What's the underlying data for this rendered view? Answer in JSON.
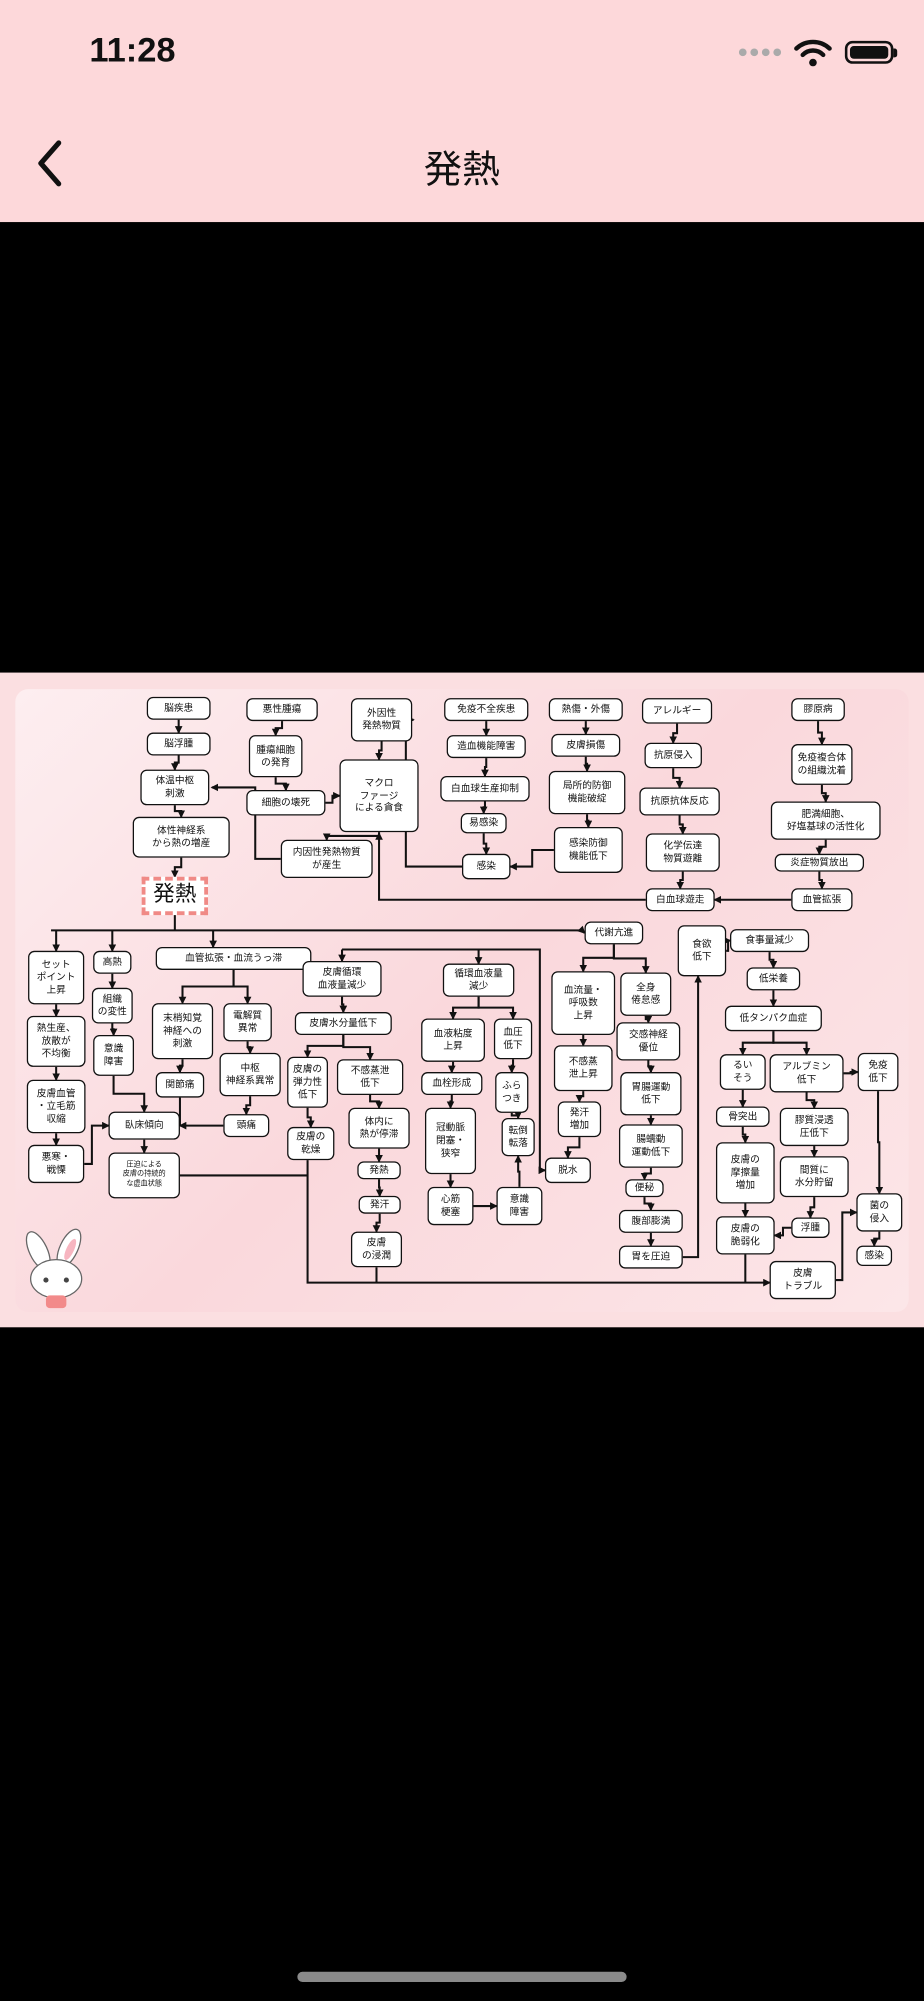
{
  "status_bar": {
    "time": "11:28"
  },
  "nav": {
    "title": "発熱",
    "back_icon": "chevron-left-icon"
  },
  "diagram": {
    "nodes": [
      {
        "id": "n1",
        "text": "脳疾患"
      },
      {
        "id": "n2",
        "text": "脳浮腫"
      },
      {
        "id": "n3",
        "text": "体温中枢\n刺激"
      },
      {
        "id": "n4",
        "text": "体性神経系\nから熱の増産"
      },
      {
        "id": "main",
        "text": "発熱"
      },
      {
        "id": "a1",
        "text": "悪性腫瘍"
      },
      {
        "id": "a2",
        "text": "腫瘍細胞\nの発育"
      },
      {
        "id": "a3",
        "text": "細胞の壊死"
      },
      {
        "id": "ip",
        "text": "内因性発熱物質\nが産生"
      },
      {
        "id": "g",
        "text": "外因性\n発熱物質"
      },
      {
        "id": "m",
        "text": "マクロ\nファージ\nによる貪食"
      },
      {
        "id": "i1",
        "text": "免疫不全疾患"
      },
      {
        "id": "i2",
        "text": "造血機能障害"
      },
      {
        "id": "i3",
        "text": "白血球生産抑制"
      },
      {
        "id": "i4",
        "text": "易感染"
      },
      {
        "id": "k",
        "text": "感染"
      },
      {
        "id": "b1",
        "text": "熱傷・外傷"
      },
      {
        "id": "b2",
        "text": "皮膚損傷"
      },
      {
        "id": "b3",
        "text": "局所的防御\n機能破綻"
      },
      {
        "id": "b4",
        "text": "感染防御\n機能低下"
      },
      {
        "id": "al1",
        "text": "アレルギー"
      },
      {
        "id": "al2",
        "text": "抗原侵入"
      },
      {
        "id": "al3",
        "text": "抗原抗体反応"
      },
      {
        "id": "al4",
        "text": "化学伝達\n物質遊離"
      },
      {
        "id": "w",
        "text": "白血球遊走"
      },
      {
        "id": "c1",
        "text": "膠原病"
      },
      {
        "id": "c2",
        "text": "免疫複合体\nの組織沈着"
      },
      {
        "id": "c3",
        "text": "肥満細胞、\n好塩基球の活性化"
      },
      {
        "id": "c4",
        "text": "炎症物質放出"
      },
      {
        "id": "c5",
        "text": "血管拡張"
      },
      {
        "id": "s1",
        "text": "セット\nポイント\n上昇"
      },
      {
        "id": "s2",
        "text": "熱生産、\n放散が\n不均衡"
      },
      {
        "id": "s3",
        "text": "皮膚血管\n・立毛筋\n収縮"
      },
      {
        "id": "s4",
        "text": "悪寒・\n戦慄"
      },
      {
        "id": "h1",
        "text": "高熱"
      },
      {
        "id": "h2",
        "text": "組織\nの変性"
      },
      {
        "id": "h3",
        "text": "意識\n障害"
      },
      {
        "id": "bed",
        "text": "臥床傾向"
      },
      {
        "id": "isch",
        "text": "圧迫による\n皮膚の持続的\nな虚血状態"
      },
      {
        "id": "v1",
        "text": "血管拡張・血流うっ滞"
      },
      {
        "id": "v2",
        "text": "末梢知覚\n神経への\n刺激"
      },
      {
        "id": "v3",
        "text": "関節痛"
      },
      {
        "id": "e1",
        "text": "電解質\n異常"
      },
      {
        "id": "e2",
        "text": "中枢\n神経系異常"
      },
      {
        "id": "e3",
        "text": "頭痛"
      },
      {
        "id": "d1",
        "text": "皮膚循環\n血液量減少"
      },
      {
        "id": "d2",
        "text": "皮膚水分量低下"
      },
      {
        "id": "d3",
        "text": "皮膚の\n弾力性\n低下"
      },
      {
        "id": "d4",
        "text": "不感蒸泄\n低下"
      },
      {
        "id": "d5",
        "text": "皮膚の\n乾燥"
      },
      {
        "id": "d6",
        "text": "体内に\n熱が停滞"
      },
      {
        "id": "d7",
        "text": "発熱"
      },
      {
        "id": "d8",
        "text": "発汗"
      },
      {
        "id": "d9",
        "text": "皮膚\nの浸潤"
      },
      {
        "id": "r1",
        "text": "循環血液量\n減少"
      },
      {
        "id": "r2",
        "text": "血液粘度\n上昇"
      },
      {
        "id": "r3",
        "text": "血圧\n低下"
      },
      {
        "id": "r4",
        "text": "血栓形成"
      },
      {
        "id": "r5",
        "text": "ふら\nつき"
      },
      {
        "id": "r6",
        "text": "冠動脈\n閉塞・\n狭窄"
      },
      {
        "id": "r7",
        "text": "転倒\n転落"
      },
      {
        "id": "r8",
        "text": "心筋\n梗塞"
      },
      {
        "id": "r9",
        "text": "意識\n障害"
      },
      {
        "id": "t0",
        "text": "代謝亢進"
      },
      {
        "id": "t1",
        "text": "血流量・\n呼吸数\n上昇"
      },
      {
        "id": "t2",
        "text": "不感蒸\n泄上昇"
      },
      {
        "id": "t3",
        "text": "発汗\n増加"
      },
      {
        "id": "t4",
        "text": "脱水"
      },
      {
        "id": "u1",
        "text": "全身\n倦怠感"
      },
      {
        "id": "u2",
        "text": "交感神経\n優位"
      },
      {
        "id": "u3",
        "text": "胃腸運動\n低下"
      },
      {
        "id": "u4",
        "text": "腸蠕動\n運動低下"
      },
      {
        "id": "u5",
        "text": "便秘"
      },
      {
        "id": "u6",
        "text": "腹部膨満"
      },
      {
        "id": "u7",
        "text": "胃を圧迫"
      },
      {
        "id": "f1",
        "text": "食欲\n低下"
      },
      {
        "id": "f2",
        "text": "食事量減少"
      },
      {
        "id": "f3",
        "text": "低栄養"
      },
      {
        "id": "f4",
        "text": "低タンパク血症"
      },
      {
        "id": "f5",
        "text": "るい\nそう"
      },
      {
        "id": "f6",
        "text": "アルブミン\n低下"
      },
      {
        "id": "f7",
        "text": "免疫\n低下"
      },
      {
        "id": "f8",
        "text": "骨突出"
      },
      {
        "id": "f9",
        "text": "皮膚の\n摩擦量\n増加"
      },
      {
        "id": "f10",
        "text": "膠質浸透\n圧低下"
      },
      {
        "id": "f11",
        "text": "間質に\n水分貯留"
      },
      {
        "id": "f12",
        "text": "皮膚の\n脆弱化"
      },
      {
        "id": "f13",
        "text": "浮腫"
      },
      {
        "id": "f14",
        "text": "皮膚\nトラブル"
      },
      {
        "id": "f15",
        "text": "菌の\n侵入"
      },
      {
        "id": "f16",
        "text": "感染"
      }
    ]
  }
}
